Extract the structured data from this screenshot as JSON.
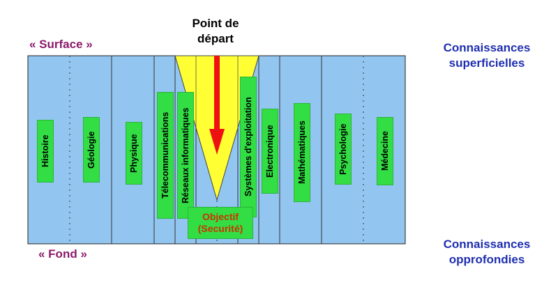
{
  "labels": {
    "surface": "« Surface »",
    "fond": "« Fond »",
    "start_line1": "Point de",
    "start_line2": "départ",
    "right_top_line1": "Connaissances",
    "right_top_line2": "superficielles",
    "right_bottom_line1": "Connaissances",
    "right_bottom_line2": "opprofondies",
    "goal_line1": "Objectif",
    "goal_line2": "(Securité)"
  },
  "fields": [
    "Histoire",
    "Géologie",
    "Physique",
    "Télecommunications",
    "Réseaux informatiques",
    "Systèmes d'exploitation",
    "Electronique",
    "Mathématiques",
    "Psychologie",
    "Médecine"
  ],
  "colors": {
    "band": "#92c5f0",
    "cone": "#ffff33",
    "arrow": "#ee1111",
    "label_box": "#33dd44",
    "surface_text": "#8b1a6b",
    "knowledge_text": "#1f2fb0",
    "goal_text": "#cc3300"
  }
}
